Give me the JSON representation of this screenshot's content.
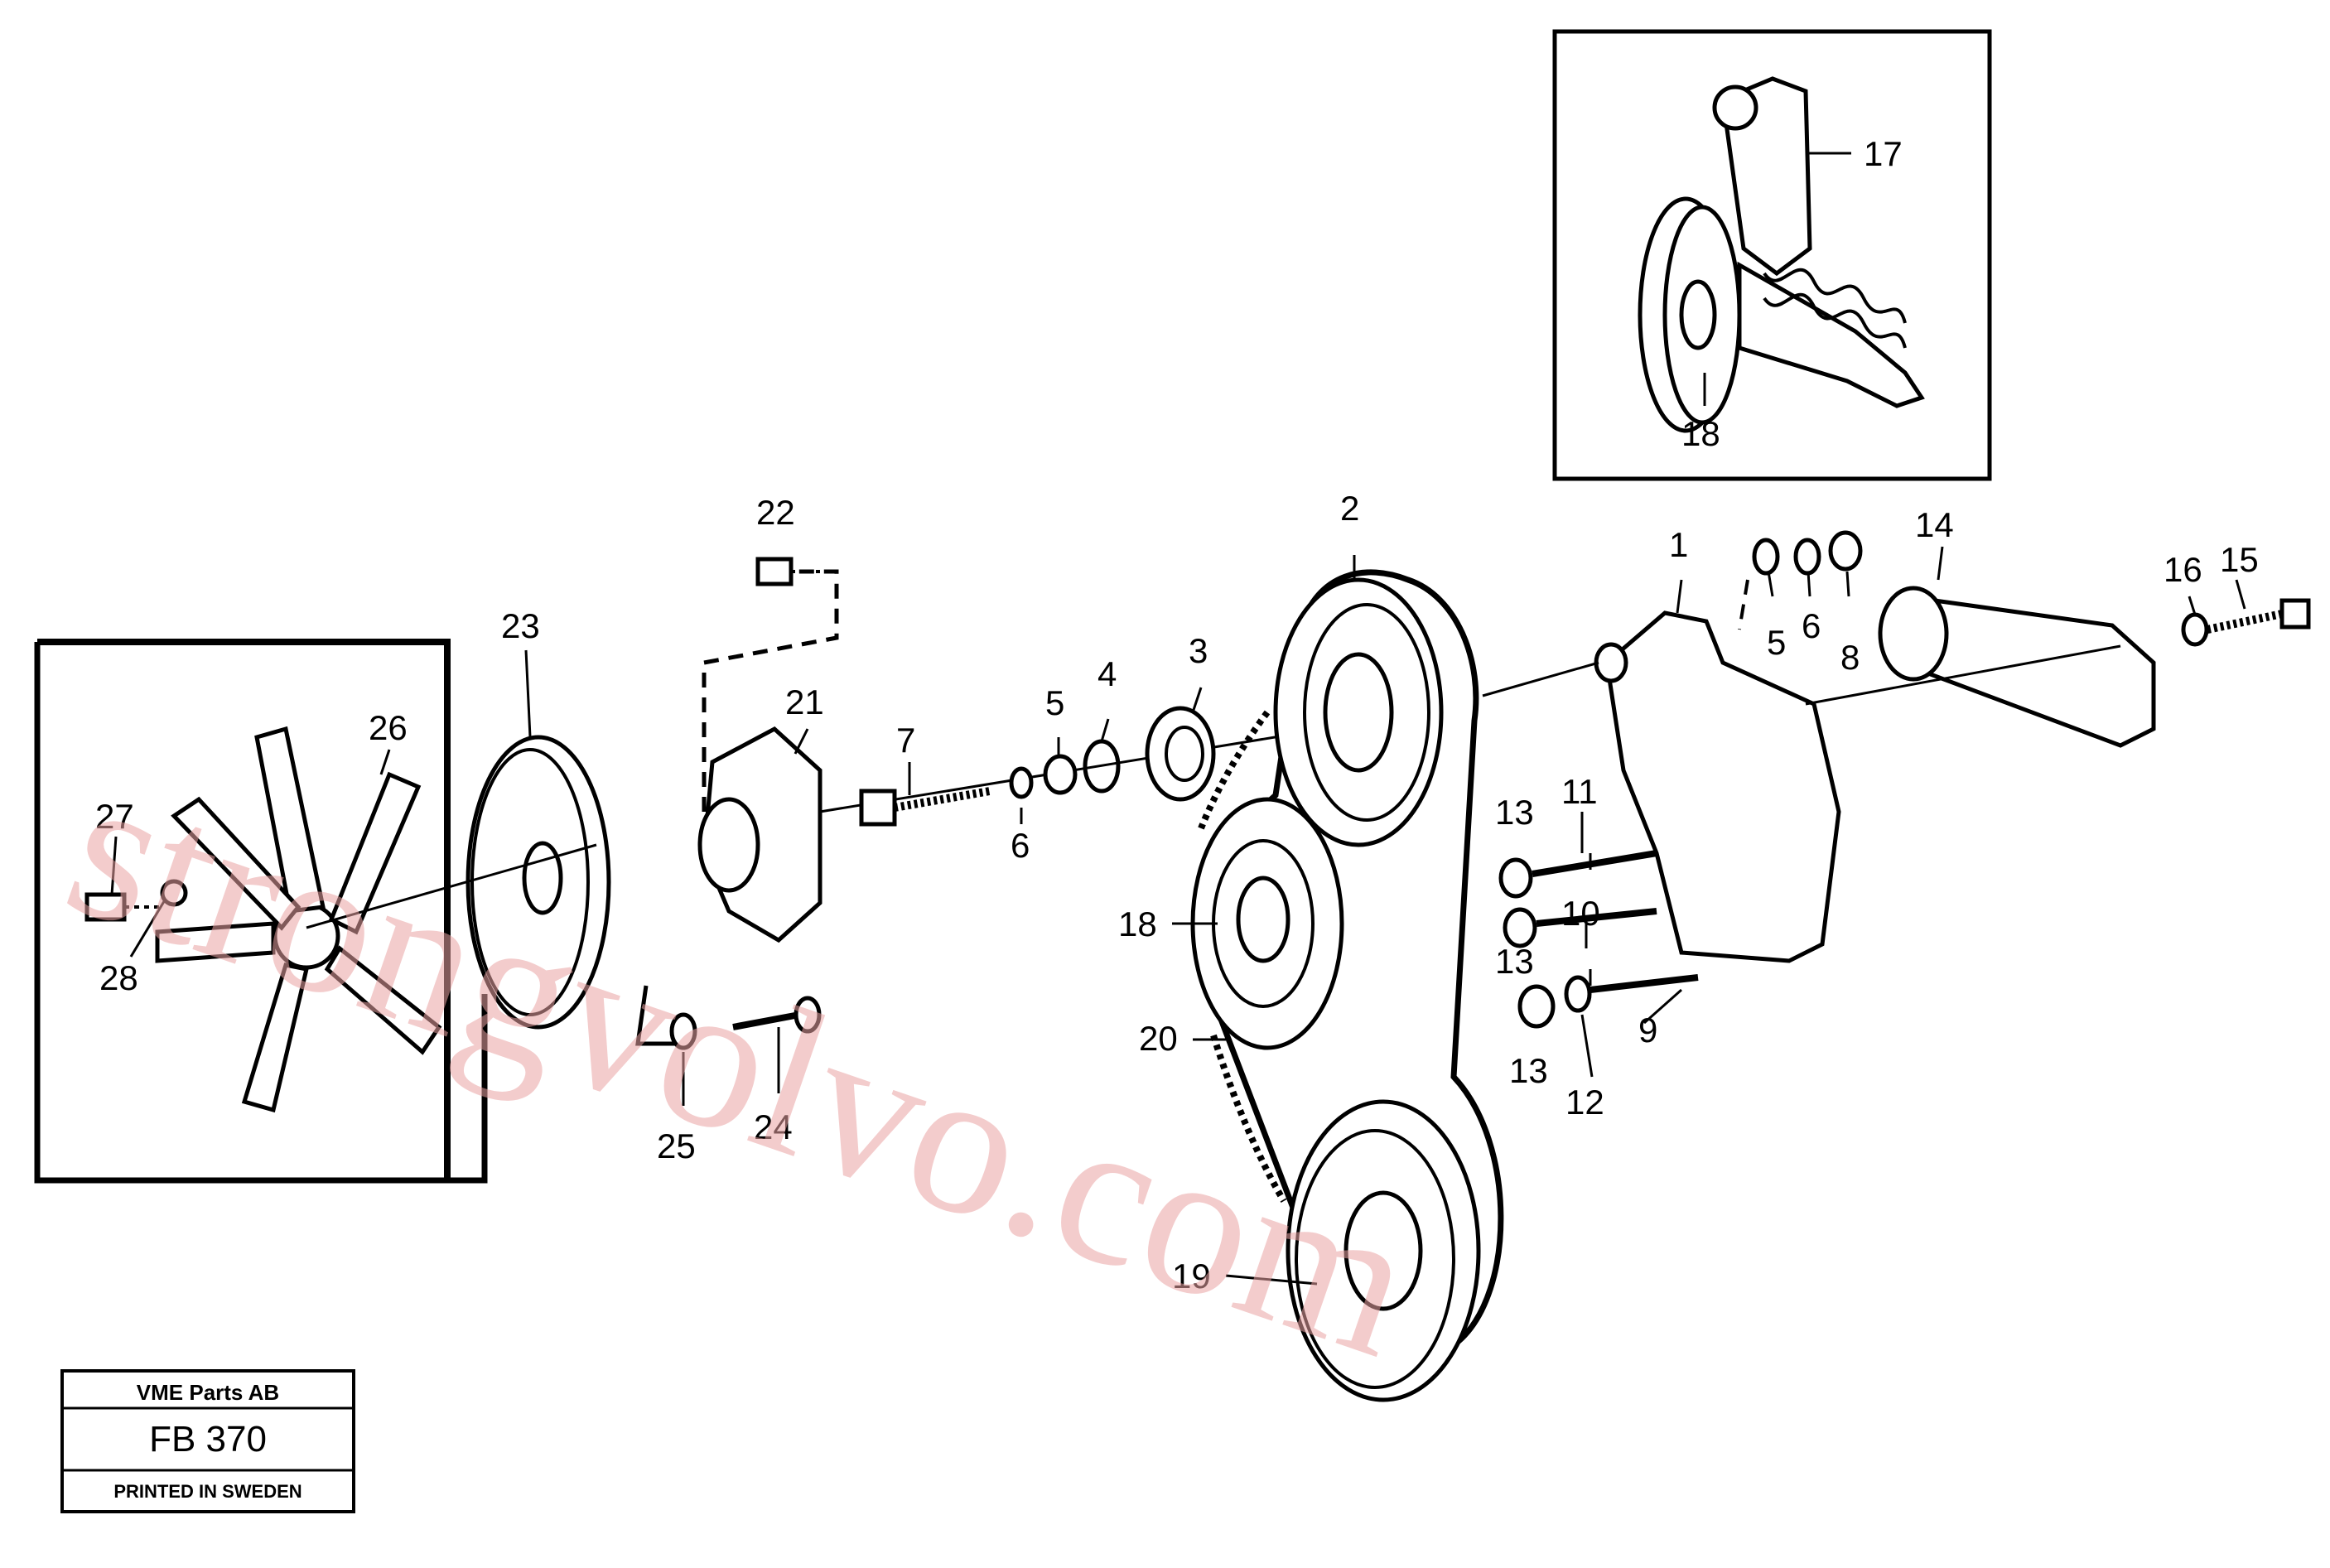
{
  "diagram": {
    "callouts": [
      {
        "id": "c1",
        "text": "1"
      },
      {
        "id": "c2",
        "text": "2"
      },
      {
        "id": "c3",
        "text": "3"
      },
      {
        "id": "c4",
        "text": "4"
      },
      {
        "id": "c5a",
        "text": "5"
      },
      {
        "id": "c5b",
        "text": "5"
      },
      {
        "id": "c6a",
        "text": "6"
      },
      {
        "id": "c6b",
        "text": "6"
      },
      {
        "id": "c7",
        "text": "7"
      },
      {
        "id": "c8",
        "text": "8"
      },
      {
        "id": "c9",
        "text": "9"
      },
      {
        "id": "c10",
        "text": "10"
      },
      {
        "id": "c11",
        "text": "11"
      },
      {
        "id": "c12",
        "text": "12"
      },
      {
        "id": "c13a",
        "text": "13"
      },
      {
        "id": "c13b",
        "text": "13"
      },
      {
        "id": "c13c",
        "text": "13"
      },
      {
        "id": "c14",
        "text": "14"
      },
      {
        "id": "c15",
        "text": "15"
      },
      {
        "id": "c16",
        "text": "16"
      },
      {
        "id": "c17",
        "text": "17"
      },
      {
        "id": "c18a",
        "text": "18"
      },
      {
        "id": "c18b",
        "text": "18"
      },
      {
        "id": "c19",
        "text": "19"
      },
      {
        "id": "c20",
        "text": "20"
      },
      {
        "id": "c21",
        "text": "21"
      },
      {
        "id": "c22",
        "text": "22"
      },
      {
        "id": "c23",
        "text": "23"
      },
      {
        "id": "c24",
        "text": "24"
      },
      {
        "id": "c25",
        "text": "25"
      },
      {
        "id": "c26",
        "text": "26"
      },
      {
        "id": "c27",
        "text": "27"
      },
      {
        "id": "c28",
        "text": "28"
      }
    ]
  },
  "title_block": {
    "company": "VME Parts AB",
    "code": "FB 370",
    "printed": "PRINTED IN SWEDEN"
  },
  "watermark": "strongvolvo.com",
  "colors": {
    "ink": "#000000",
    "watermark": "#e9a3a3",
    "background": "#ffffff"
  }
}
